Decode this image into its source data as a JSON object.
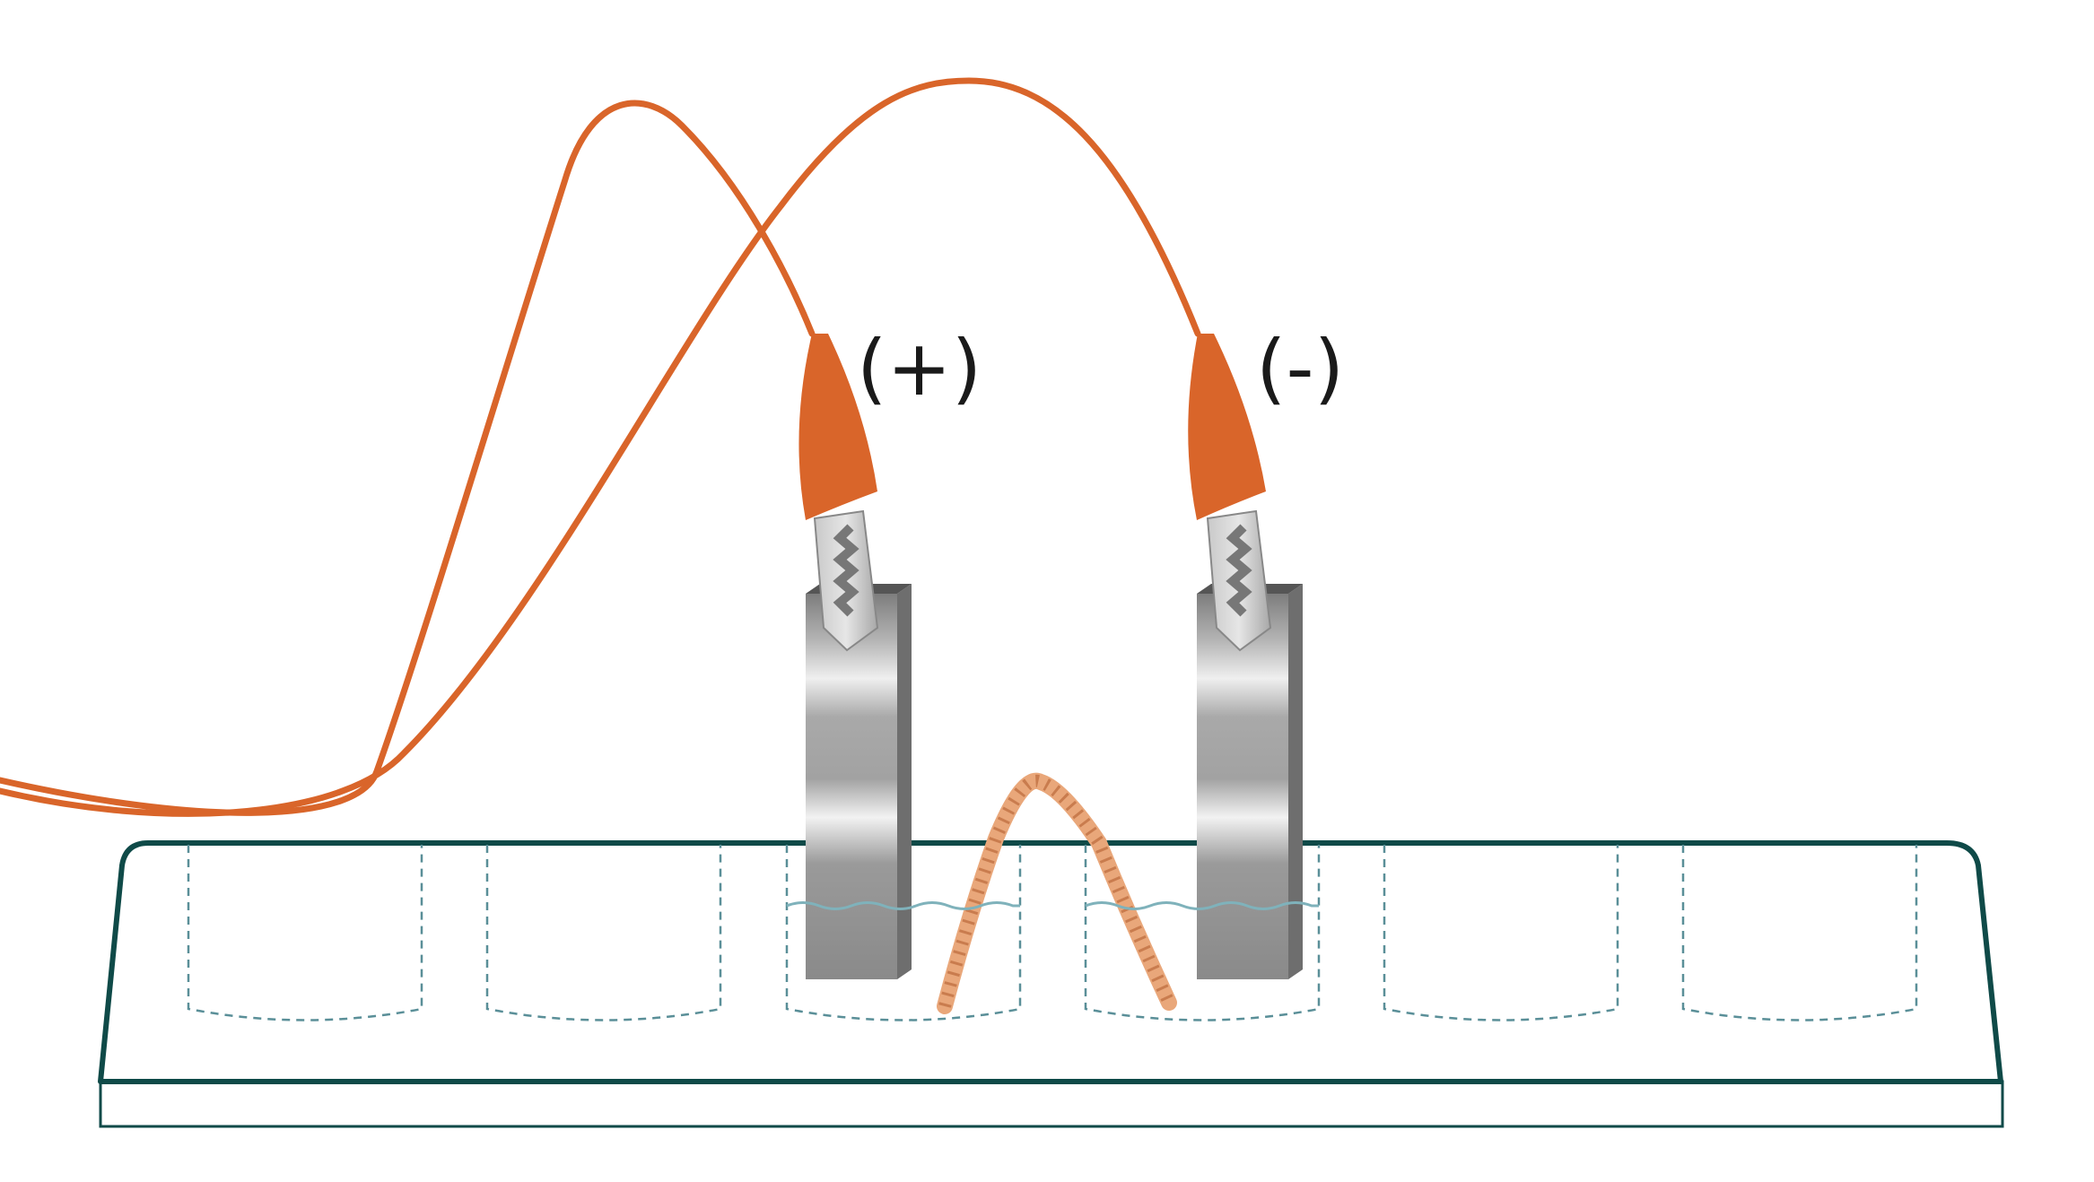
{
  "labels": {
    "positive": "(+)",
    "negative": "(-)"
  },
  "colors": {
    "wire": "#d9652a",
    "tray_outline": "#0f4a48",
    "well_dash": "#5a8f98",
    "water_line": "#7fb2bb",
    "rope": "#e9a77a",
    "rope_dark": "#c97c4e"
  },
  "components": {
    "tray_wells": 6,
    "electrodes": 2,
    "clips": 2
  }
}
